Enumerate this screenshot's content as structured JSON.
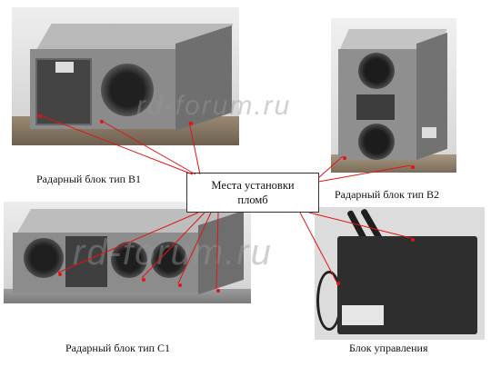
{
  "captions": {
    "b1": "Радарный блок тип В1",
    "b2": "Радарный блок тип В2",
    "c1": "Радарный блок тип С1",
    "control": "Блок управления"
  },
  "callout": {
    "line1": "Места установки",
    "line2": "пломб"
  },
  "watermark": {
    "top": "rd-forum.ru",
    "bottom": "rd-forum.ru"
  },
  "colors": {
    "leader_line": "#e01515",
    "photo_background": "#d9d9d9",
    "device_body": "#8d8d8d",
    "control_panel": "#2f2f2f"
  }
}
